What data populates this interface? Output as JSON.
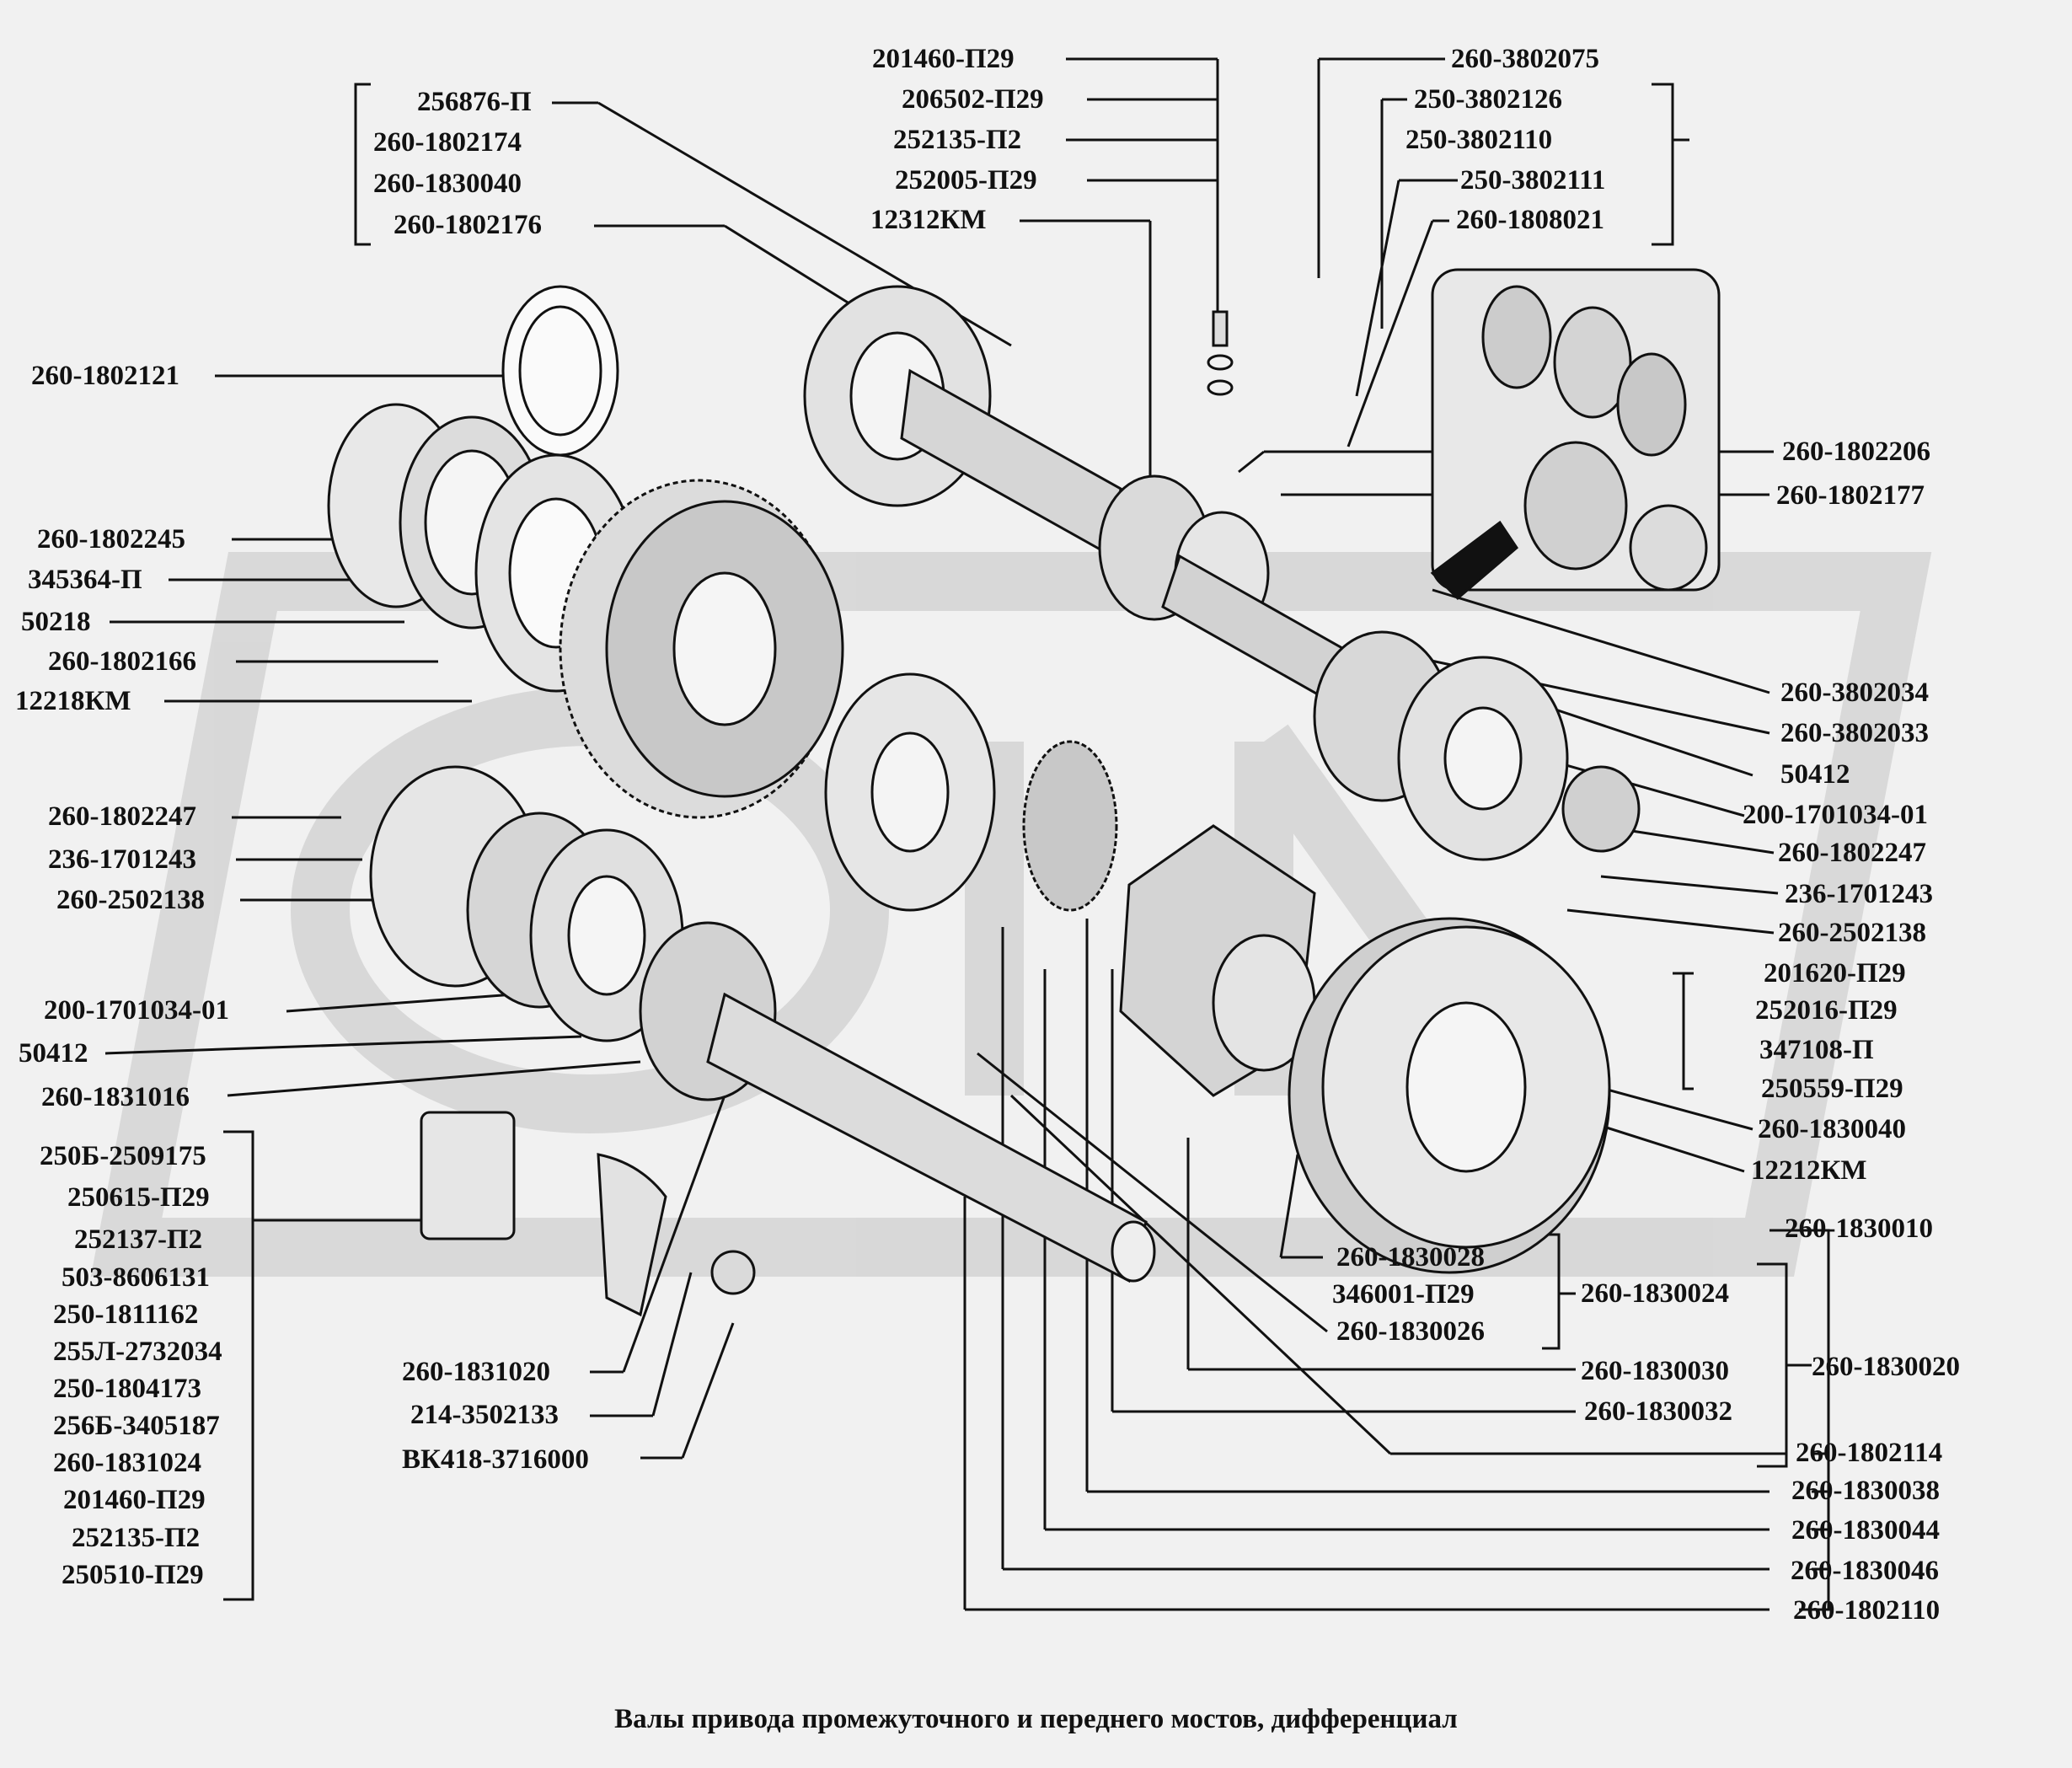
{
  "caption": "Валы привода промежуточного и  переднего мостов, дифференциал",
  "labels": {
    "p256876": "256876-П",
    "p1802174": "260-1802174",
    "p1830040a": "260-1830040",
    "p1802176": "260-1802176",
    "p1802121": "260-1802121",
    "p1802245": "260-1802245",
    "p345364": "345364-П",
    "p50218": "50218",
    "p1802166": "260-1802166",
    "p12218": "12218КМ",
    "p1802247a": "260-1802247",
    "p236a": "236-1701243",
    "p2502138a": "260-2502138",
    "p200a": "200-1701034-01",
    "p50412a": "50412",
    "p1831016": "260-1831016",
    "l250b": "250Б-2509175",
    "l250615": "250615-П29",
    "l252137": "252137-П2",
    "l503": "503-8606131",
    "l1811162": "250-1811162",
    "l255l": "255Л-2732034",
    "l1804173": "250-1804173",
    "l256b": "256Б-3405187",
    "l1831024": "260-1831024",
    "l201460": "201460-П29",
    "l252135": "252135-П2",
    "l250510": "250510-П29",
    "p1831020": "260-1831020",
    "p214": "214-3502133",
    "pvk": "ВК418-3716000",
    "t201460": "201460-П29",
    "t206502": "206502-П29",
    "t252135": "252135-П2",
    "t252005": "252005-П29",
    "t12312": "12312КМ",
    "t3802075": "260-3802075",
    "t3802126": "250-3802126",
    "t3802110": "250-3802110",
    "t3802111": "250-3802111",
    "t1808021": "260-1808021",
    "r1802206": "260-1802206",
    "r1802177": "260-1802177",
    "r3802034": "260-3802034",
    "r3802033": "260-3802033",
    "r50412": "50412",
    "r200": "200-1701034-01",
    "r1802247": "260-1802247",
    "r236": "236-1701243",
    "r2502138": "260-2502138",
    "r201620": "201620-П29",
    "r252016": "252016-П29",
    "r347108": "347108-П",
    "r250559": "250559-П29",
    "r1830040": "260-1830040",
    "r12212": "12212КМ",
    "b1830028": "260-1830028",
    "b346001": "346001-П29",
    "b1830026": "260-1830026",
    "b1830024": "260-1830024",
    "b1830030": "260-1830030",
    "b1830032": "260-1830032",
    "b1830020": "260-1830020",
    "b1830010": "260-1830010",
    "b1802114": "260-1802114",
    "b1830038": "260-1830038",
    "b1830044": "260-1830044",
    "b1830046": "260-1830046",
    "b1802110": "260-1802110"
  }
}
